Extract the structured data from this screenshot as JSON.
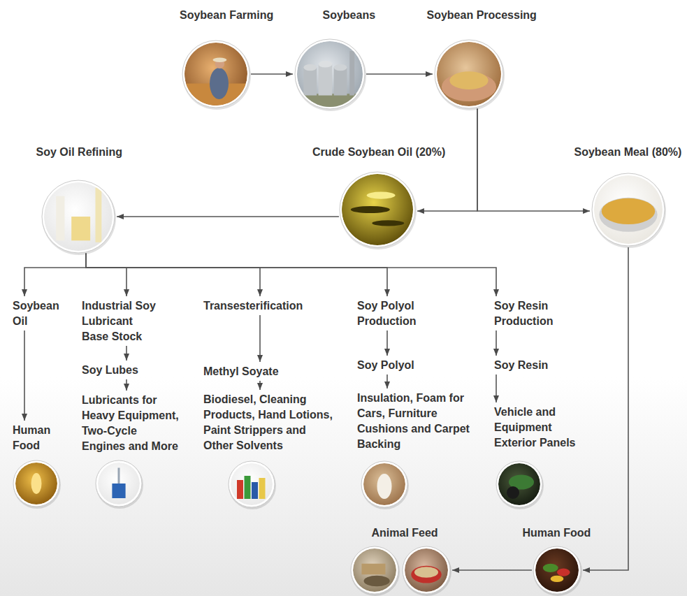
{
  "diagram": {
    "nodes": [
      {
        "text": [
          "Soybean Farming"
        ]
      },
      {
        "text": [
          "Soybeans"
        ]
      },
      {
        "text": [
          "Soybean Processing"
        ]
      },
      {
        "text": [
          "Soy Oil Refining"
        ]
      },
      {
        "text": [
          "Crude Soybean Oil (20%)"
        ]
      },
      {
        "text": [
          "Soybean Meal (80%)"
        ]
      },
      {
        "text": [
          "Soybean Oil"
        ]
      },
      {
        "text": [
          "Industrial Soy Lubricant Base Stock"
        ]
      },
      {
        "text": [
          "Transesterification"
        ]
      },
      {
        "text": [
          "Soy Polyol Production"
        ]
      },
      {
        "text": [
          "Soy Resin Production"
        ]
      },
      {
        "text": [
          "Soy Lubes"
        ]
      },
      {
        "text": [
          "Methyl Soyate"
        ]
      },
      {
        "text": [
          "Soy Polyol"
        ]
      },
      {
        "text": [
          "Soy Resin"
        ]
      },
      {
        "text": [
          "Human Food"
        ]
      },
      {
        "text": [
          "Lubricants for Heavy Equipment, Two-Cycle Engines and More"
        ]
      },
      {
        "text": [
          "Biodiesel, Cleaning Products, Hand Lotions, Paint Strippers and Other Solvents"
        ]
      },
      {
        "text": [
          "Insulation, Foam for Cars, Furniture Cushions and Carpet Backing"
        ]
      },
      {
        "text": [
          "Vehicle and Equipment Exterior Panels"
        ]
      },
      {
        "text": [
          "Animal Feed"
        ]
      },
      {
        "text": [
          "Human Food"
        ]
      }
    ],
    "edges": [
      {
        "from": 0,
        "to": 1,
        "arrow": "to"
      },
      {
        "from": 1,
        "to": 2,
        "arrow": "to"
      },
      {
        "from": 2,
        "to": 4,
        "arrow": "to"
      },
      {
        "from": 2,
        "to": 5,
        "arrow": "to"
      },
      {
        "from": 4,
        "to": 3,
        "arrow": "to"
      },
      {
        "from": 3,
        "to": 6,
        "arrow": "to"
      },
      {
        "from": 3,
        "to": 7,
        "arrow": "to"
      },
      {
        "from": 3,
        "to": 8,
        "arrow": "to"
      },
      {
        "from": 3,
        "to": 9,
        "arrow": "to"
      },
      {
        "from": 3,
        "to": 10,
        "arrow": "to"
      },
      {
        "from": 6,
        "to": 15,
        "arrow": "to"
      },
      {
        "from": 7,
        "to": 11,
        "arrow": "to"
      },
      {
        "from": 11,
        "to": 16,
        "arrow": "to"
      },
      {
        "from": 8,
        "to": 12,
        "arrow": "to"
      },
      {
        "from": 12,
        "to": 17,
        "arrow": "to"
      },
      {
        "from": 9,
        "to": 13,
        "arrow": "to"
      },
      {
        "from": 13,
        "to": 18,
        "arrow": "to"
      },
      {
        "from": 10,
        "to": 14,
        "arrow": "to"
      },
      {
        "from": 14,
        "to": 19,
        "arrow": "to"
      },
      {
        "from": 5,
        "to": 21,
        "arrow": "to"
      },
      {
        "from": 21,
        "to": 20,
        "arrow": "to"
      }
    ]
  }
}
